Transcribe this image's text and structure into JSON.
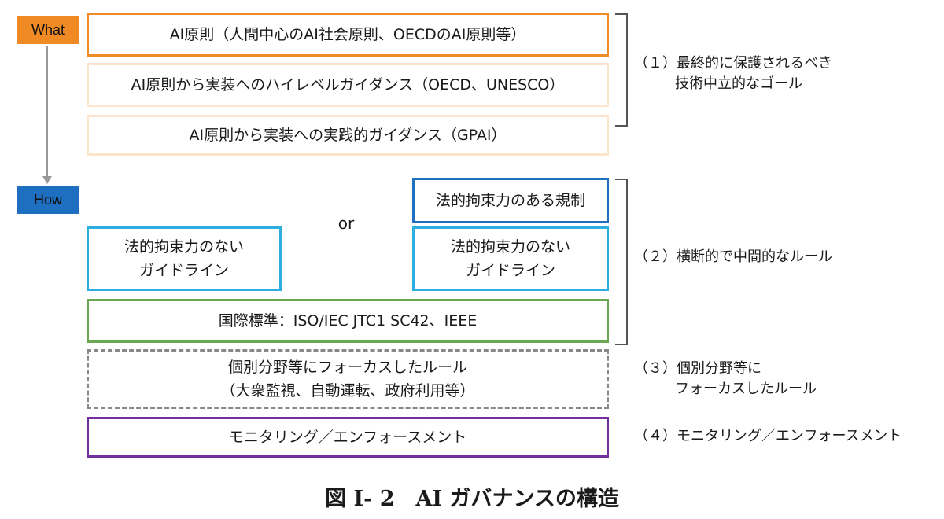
{
  "tags": {
    "what": "What",
    "how": "How"
  },
  "boxes": {
    "principles": "AI原則（人間中心のAI社会原則、OECDのAI原則等）",
    "high_level": "AI原則から実装へのハイレベルガイダンス（OECD、UNESCO）",
    "practical": "AI原則から実装への実践的ガイダンス（GPAI）",
    "binding": "法的拘束力のある規制",
    "nonbinding_left": [
      "法的拘束力のない",
      "ガイドライン"
    ],
    "nonbinding_right": [
      "法的拘束力のない",
      "ガイドライン"
    ],
    "standards": "国際標準：ISO/IEC JTC1 SC42、IEEE",
    "sector": [
      "個別分野等にフォーカスしたルール",
      "（大衆監視、自動運転、政府利用等）"
    ],
    "monitoring": "モニタリング／エンフォースメント"
  },
  "or_label": "or",
  "side_labels": {
    "s1": [
      "（１）最終的に保護されるべき",
      "技術中立的なゴール"
    ],
    "s2": [
      "（２）横断的で中間的なルール"
    ],
    "s3": [
      "（３）個別分野等に",
      "フォーカスしたルール"
    ],
    "s4": [
      "（４）モニタリング／エンフォースメント"
    ]
  },
  "caption": "図 I- 2　AI ガバナンスの構造",
  "colors": {
    "what_tag": "#f08a24",
    "how_tag": "#1e6fc0",
    "orange_border": "#f08a24",
    "light_orange_border": "#fbe3cc",
    "cyan_border": "#2eaee0",
    "blue_border": "#1e6fc0",
    "green_border": "#6aa84f",
    "gray_dashed": "#888888",
    "purple_border": "#7030a0"
  }
}
